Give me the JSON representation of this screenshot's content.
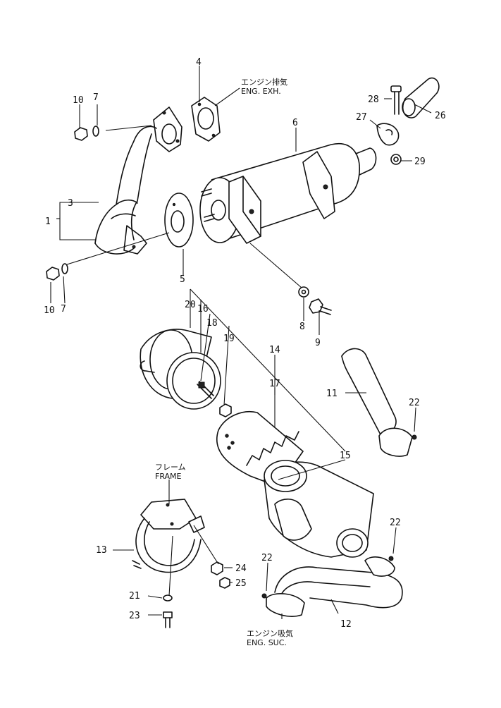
{
  "callouts": {
    "c1": "1",
    "c3": "3",
    "c4": "4",
    "c5": "5",
    "c6": "6",
    "c7a": "7",
    "c7b": "7",
    "c8": "8",
    "c9": "9",
    "c10a": "10",
    "c10b": "10",
    "c11": "11",
    "c12": "12",
    "c13": "13",
    "c14": "14",
    "c15": "15",
    "c16": "16",
    "c17": "17",
    "c18": "18",
    "c19": "19",
    "c20": "20",
    "c21": "21",
    "c22a": "22",
    "c22b": "22",
    "c22c": "22",
    "c23": "23",
    "c24": "24",
    "c25": "25",
    "c26": "26",
    "c27": "27",
    "c28": "28",
    "c29": "29"
  },
  "notes": {
    "exhaust_jp": "エンジン排気",
    "exhaust_en": "ENG. EXH.",
    "frame_jp": "フレーム",
    "frame_en": "FRAME",
    "suction_jp": "エンジン吸気",
    "suction_en": "ENG. SUC."
  }
}
